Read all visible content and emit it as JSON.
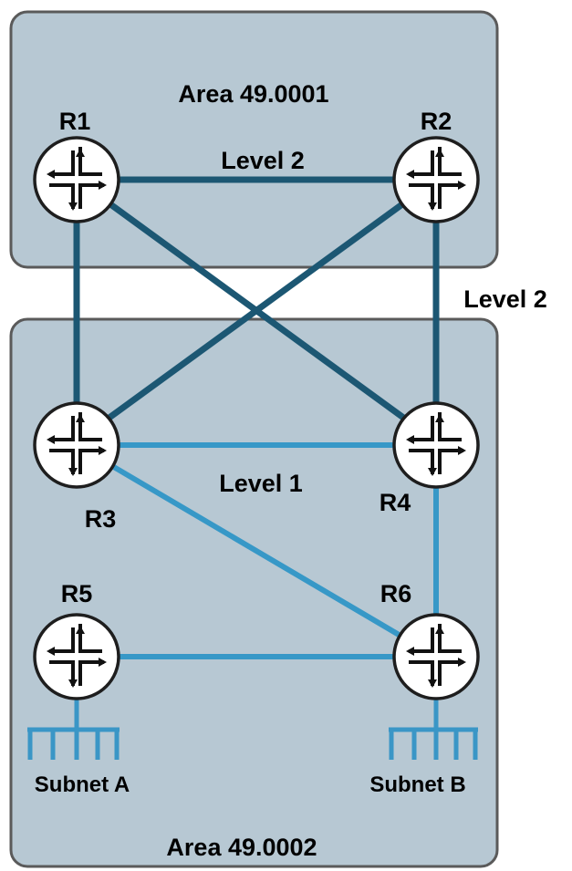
{
  "areas": {
    "top": {
      "label": "Area 49.0001"
    },
    "bottom": {
      "label": "Area 49.0002"
    }
  },
  "routers": {
    "r1": {
      "label": "R1"
    },
    "r2": {
      "label": "R2"
    },
    "r3": {
      "label": "R3"
    },
    "r4": {
      "label": "R4"
    },
    "r5": {
      "label": "R5"
    },
    "r6": {
      "label": "R6"
    }
  },
  "links": {
    "level2_top": "Level 2",
    "level2_right": "Level 2",
    "level1_mid": "Level 1"
  },
  "subnets": {
    "a": "Subnet A",
    "b": "Subnet B"
  },
  "colors": {
    "area_fill": "#b7c8d3",
    "level2_link": "#1c5773",
    "level1_link": "#3798c7"
  }
}
